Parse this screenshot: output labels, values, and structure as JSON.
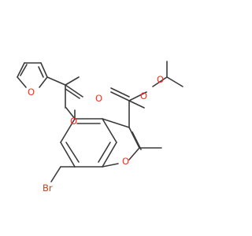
{
  "molecule": {
    "colors": {
      "bond": "#3a3a3a",
      "oxygen": "#ff2a1a",
      "bromine": "#b5471a",
      "background": "#ffffff"
    },
    "atom_labels": {
      "o_furan": "O",
      "o_ester_carbonyl": "O",
      "o_ester_link": "O",
      "o_isopropyl_carbonyl": "O",
      "o_isopropyl_link": "O",
      "o_benzofuran": "O",
      "br": "Br"
    }
  }
}
